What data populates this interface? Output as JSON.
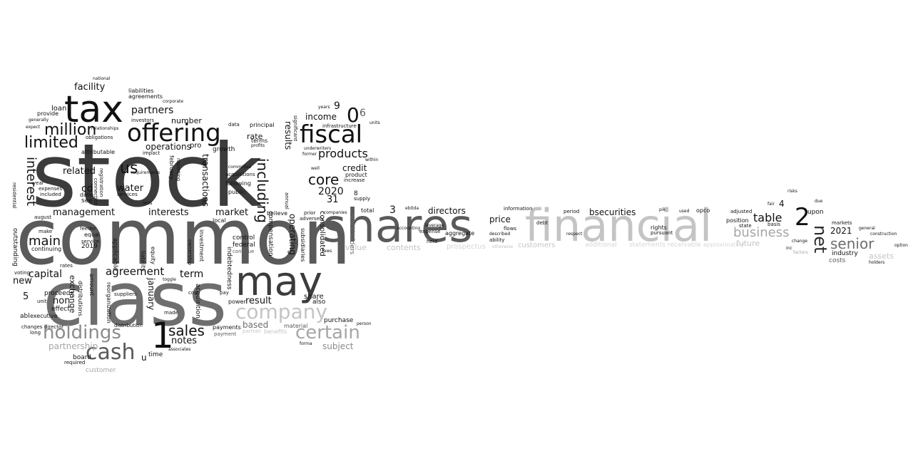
{
  "words": {
    "stock": "stock",
    "common": "common",
    "class": "class",
    "may": "may",
    "shares": "shares",
    "financial": "financial",
    "tax": "tax",
    "offering": "offering",
    "fiscal": "fiscal",
    "million": "million",
    "limited": "limited",
    "company": "company",
    "holdings": "holdings",
    "cash": "cash",
    "certain": "certain",
    "sales": "sales",
    "one": "1",
    "two": "2",
    "zero": "0",
    "six": "6",
    "nine": "9",
    "three": "3",
    "four": "4",
    "five": "5",
    "eight": "8",
    "thirty_one": "31",
    "net": "net",
    "senior": "senior",
    "business": "business",
    "table": "table",
    "core": "core",
    "products": "products",
    "including": "including",
    "interest": "interest",
    "main": "main",
    "capital": "capital",
    "agreement": "agreement",
    "us": "us",
    "facility": "facility",
    "partners": "partners",
    "operations": "operations",
    "results": "results",
    "transactions": "transactions",
    "income": "income",
    "credit": "credit",
    "year_2020": "2020",
    "year_2019": "2019",
    "year_2021": "2021",
    "water": "water",
    "related": "related",
    "cd": "cd",
    "management": "management",
    "interests": "interests",
    "market": "market",
    "term": "term",
    "notes": "notes",
    "result": "result",
    "based": "based",
    "subject": "subject",
    "partnership": "partnership",
    "new": "new",
    "non": "non",
    "exchange": "exchange",
    "january": "january",
    "acquisition": "acquisition",
    "directors": "directors",
    "price": "price",
    "bsecurities": "bsecurities",
    "value": "value",
    "contents": "contents",
    "customers": "customers",
    "future": "future",
    "assets": "assets",
    "industry": "industry",
    "costs": "costs",
    "upon": "upon",
    "prospectus": "prospectus",
    "additional": "additional",
    "statements": "statements",
    "receivable": "receivable",
    "approximately": "approximately",
    "aggregate": "aggregate",
    "expense": "expense",
    "held": "held",
    "consolidated": "consolidated",
    "operating": "operating",
    "stockholders": "stockholders",
    "subsidiaries": "subsidiaries",
    "compensation": "compensation",
    "share": "share",
    "also": "also",
    "purchase": "purchase",
    "material": "material",
    "payments": "payments",
    "payment": "payment",
    "benefits": "benefits",
    "partner": "partner",
    "power": "power",
    "federal": "federal",
    "control": "control",
    "continue": "continue",
    "indebtedness": "indebtedness",
    "investment": "investment",
    "ownership": "ownership",
    "equity": "equity",
    "liability": "liability",
    "applicable": "applicable",
    "service": "service",
    "equal": "equal",
    "see": "see",
    "rates": "rates",
    "proceeds": "proceeds",
    "effect": "effect",
    "unit": "unit",
    "board": "board",
    "customer": "customer",
    "required": "required",
    "time": "time",
    "u": "u",
    "made": "made",
    "cost": "cost",
    "pay": "pay",
    "distribution": "distribution",
    "suppliers": "suppliers",
    "distributions": "distributions",
    "amount": "amount",
    "reorganization": "reorganization",
    "director": "director",
    "executive": "executive",
    "long": "long",
    "changes": "changes",
    "abl": "abl",
    "voting": "voting",
    "outstanding": "outstanding",
    "residential": "residential",
    "continuing": "continuing",
    "make": "make",
    "august": "august",
    "expenses": "expenses",
    "included": "included",
    "year": "year",
    "provide": "provide",
    "loan": "loan",
    "generally": "generally",
    "expect": "expect",
    "obligations": "obligations",
    "relationships": "relationships",
    "attributable": "attributable",
    "liabilities": "liabilities",
    "agreements": "agreements",
    "investors": "investors",
    "corporate": "corporate",
    "national": "national",
    "number": "number",
    "pro": "pro",
    "impact": "impact",
    "february": "february",
    "reporting": "reporting",
    "growth": "growth",
    "rate": "rate",
    "terms": "terms",
    "profits": "profits",
    "principal": "principal",
    "data": "data",
    "acquisitions": "acquisitions",
    "committee": "committee",
    "following": "following",
    "public": "public",
    "believe": "believe",
    "local": "local",
    "annual": "annual",
    "prior": "prior",
    "adversely": "adversely",
    "companies": "companies",
    "increase": "increase",
    "product": "product",
    "supply": "supply",
    "total": "total",
    "infrastructure": "infrastructure",
    "underwriters": "underwriters",
    "former": "former",
    "well": "well",
    "significant": "significant",
    "years": "years",
    "within": "within",
    "units": "units",
    "accounting": "accounting",
    "ebitda": "ebitda",
    "information": "information",
    "flows": "flows",
    "described": "described",
    "ability": "ability",
    "otherwise": "otherwise",
    "period": "period",
    "debt": "debt",
    "respect": "respect",
    "rights": "rights",
    "pursuant": "pursuant",
    "used": "used",
    "opco": "opco",
    "adjusted": "adjusted",
    "position": "position",
    "state": "state",
    "basis": "basis",
    "fair": "fair",
    "risks": "risks",
    "due": "due",
    "markets": "markets",
    "general": "general",
    "construction": "construction",
    "option": "option",
    "holders": "holders",
    "factors": "factors",
    "change": "change",
    "inc": "inc",
    "laws": "laws",
    "forma": "forma",
    "person": "person",
    "associates": "associates",
    "toggle": "toggle",
    "feeder": "feeder",
    "registration": "registration",
    "connection": "connection",
    "date": "date",
    "services": "services",
    "requirements": "requirements",
    "less": "less",
    "pik": "pik",
    "leverage": "leverage"
  }
}
